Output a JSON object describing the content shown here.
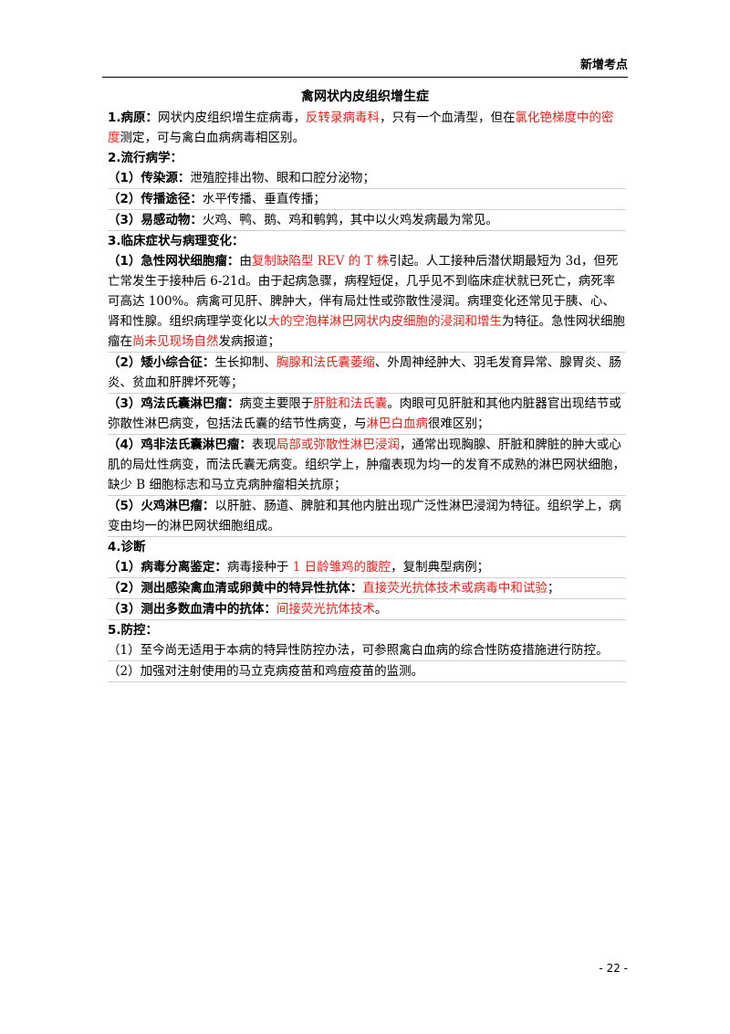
{
  "header": {
    "tag": "新增考点"
  },
  "title": "禽网状内皮组织增生症",
  "s1": {
    "h": "1.病原：",
    "t1": "网状内皮组织增生症病毒，",
    "r1": "反转录病毒科",
    "t2": "，只有一个血清型，但在",
    "r2": "氯化铯梯度中的密度",
    "t3": "测定，可与禽白血病病毒相区别。"
  },
  "s2": {
    "h": "2.流行病学：",
    "i1": {
      "l": "（1）传染源：",
      "t": "泄殖腔排出物、眼和口腔分泌物；"
    },
    "i2": {
      "l": "（2）传播途径：",
      "t": "水平传播、垂直传播；"
    },
    "i3": {
      "l": "（3）易感动物：",
      "t": "火鸡、鸭、鹅、鸡和鹌鹑，其中以火鸡发病最为常见。"
    }
  },
  "s3": {
    "h": "3.临床症状与病理变化：",
    "i1": {
      "l": "（1）急性网状细胞瘤：",
      "t1": "由",
      "r1": "复制缺陷型 REV 的 T 株",
      "t2": "引起。人工接种后潜伏期最短为 3d，但死亡常发生于接种后 6-21d。由于起病急骤，病程短促，几乎见不到临床症状就已死亡，病死率可高达 100%。病禽可见肝、脾肿大，伴有局灶性或弥散性浸润。病理变化还常见于胰、心、肾和性腺。组织病理学变化以",
      "r2": "大的空泡样淋巴网状内皮细胞的浸润和增生",
      "t3": "为特征。急性网状细胞瘤在",
      "r3": "尚未见现场自然",
      "t4": "发病报道；"
    },
    "i2": {
      "l": "（2）矮小综合征：",
      "t1": "生长抑制、",
      "r1": "胸腺和法氏囊萎缩",
      "t2": "、外周神经肿大、羽毛发育异常、腺胃炎、肠炎、贫血和肝脾坏死等；"
    },
    "i3": {
      "l": "（3）鸡法氏囊淋巴瘤：",
      "t1": "病变主要限于",
      "r1": "肝脏和法氏囊",
      "t2": "。肉眼可见肝脏和其他内脏器官出现结节或弥散性淋巴病变，包括法氏囊的结节性病变，与",
      "r2": "淋巴白血病",
      "t3": "很难区别；"
    },
    "i4": {
      "l": "（4）鸡非法氏囊淋巴瘤：",
      "t1": "表现",
      "r1": "局部或弥散性淋巴浸润",
      "t2": "，通常出现胸腺、肝脏和脾脏的肿大或心肌的局灶性病变，而法氏囊无病变。组织学上，肿瘤表现为均一的发育不成熟的淋巴网状细胞，缺少 B 细胞标志和马立克病肿瘤相关抗原；"
    },
    "i5": {
      "l": "（5）火鸡淋巴瘤：",
      "t": "以肝脏、肠道、脾脏和其他内脏出现广泛性淋巴浸润为特征。组织学上，病变由均一的淋巴网状细胞组成。"
    }
  },
  "s4": {
    "h": "4.诊断",
    "i1": {
      "l": "（1）病毒分离鉴定：",
      "t1": "病毒接种于 ",
      "r1": "1 日龄雏鸡的腹腔",
      "t2": "，复制典型病例；"
    },
    "i2": {
      "l": "（2）测出感染禽血清或卵黄中的特异性抗体：",
      "r1": "直接荧光抗体技术或病毒中和试验",
      "t2": "；"
    },
    "i3": {
      "l": "（3）测出多数血清中的抗体：",
      "r1": "间接荧光抗体技术",
      "t2": "。"
    }
  },
  "s5": {
    "h": "5.防控：",
    "i1": "（1）至今尚无适用于本病的特异性防控办法，可参照禽白血病的综合性防疫措施进行防控。",
    "i2": "（2）加强对注射使用的马立克病疫苗和鸡痘疫苗的监测。"
  },
  "footer": {
    "page": "- 22 -"
  }
}
